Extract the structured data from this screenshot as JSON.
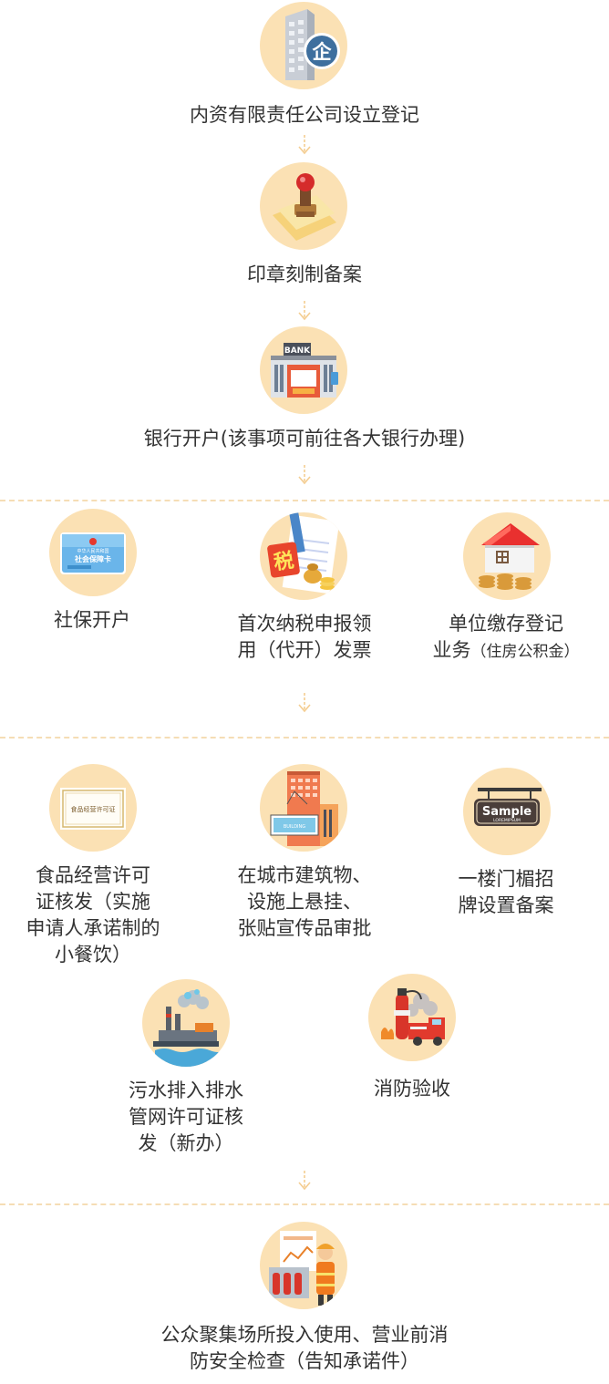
{
  "colors": {
    "circle": "#fbe1b4",
    "arrow": "#f4cd91",
    "divider": "#f5ddb5",
    "text": "#333333"
  },
  "steps": {
    "s1": {
      "label": "内资有限责任公司设立登记",
      "icon": "enterprise-building-icon",
      "badge": "企"
    },
    "s2": {
      "label": "印章刻制备案",
      "icon": "seal-stamp-icon"
    },
    "s3": {
      "label": "银行开户(该事项可前往各大银行办理)",
      "icon": "bank-icon",
      "badge": "BANK"
    }
  },
  "group1": {
    "social": {
      "label": "社保开户",
      "icon": "social-security-card-icon",
      "card_title": "社会保障卡",
      "card_sub": "中华人民共和国"
    },
    "tax": {
      "line1": "首次纳税申报领",
      "line2": "用（代开）发票",
      "icon": "tax-icon",
      "badge": "税"
    },
    "fund": {
      "line1": "单位缴存登记",
      "line2a": "业务",
      "line2b": "（住房公积金）",
      "icon": "housing-fund-house-icon"
    }
  },
  "group2": {
    "food": {
      "line1": "食品经营许可",
      "line2": "证核发（实施",
      "line3": "申请人承诺制的",
      "line4": "小餐饮）",
      "icon": "food-license-certificate-icon",
      "cert_text": "食品经营许可证"
    },
    "building": {
      "line1": "在城市建筑物、",
      "line2": "设施上悬挂、",
      "line3": "张贴宣传品审批",
      "icon": "city-building-sign-icon",
      "sign_text": "BUILDING"
    },
    "signboard": {
      "line1": "一楼门楣招",
      "line2": "牌设置备案",
      "icon": "signboard-icon",
      "sign_main": "Sample",
      "sign_sub": "LOREMIPSUM"
    },
    "sewage": {
      "line1": "污水排入排水",
      "line2": "管网许可证核",
      "line3": "发（新办）",
      "icon": "sewage-factory-icon"
    },
    "fire": {
      "label": "消防验收",
      "icon": "fire-extinguisher-icon"
    }
  },
  "final": {
    "line1": "公众聚集场所投入使用、营业前消",
    "line2": "防安全检查（告知承诺件）",
    "icon": "firefighter-icon"
  }
}
